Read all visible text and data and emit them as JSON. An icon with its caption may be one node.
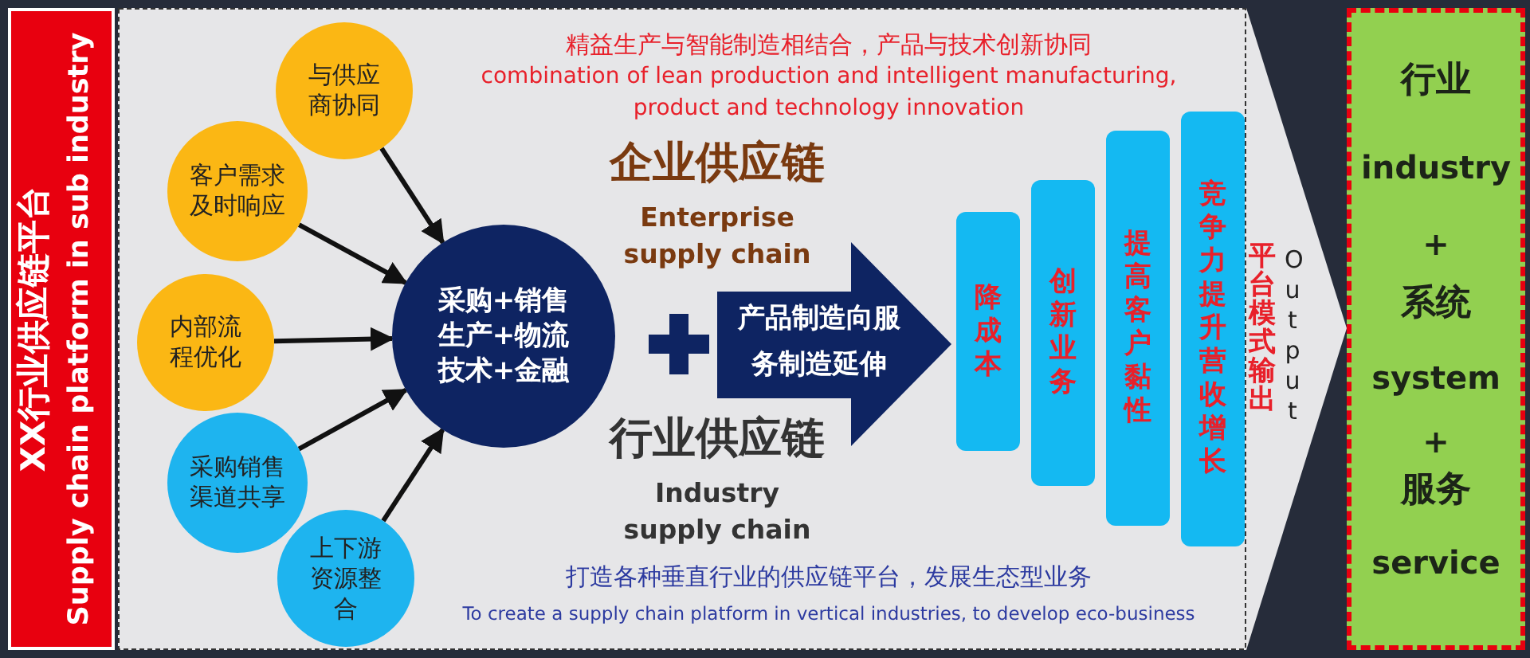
{
  "diagram": {
    "nodes": [
      {
        "text": [
          "XX行业供应链平台",
          "Supply chain platform in sub industry"
        ]
      },
      {
        "text": [
          "与供应商协同"
        ]
      },
      {
        "text": [
          "客户需求及时响应"
        ]
      },
      {
        "text": [
          "内部流程优化"
        ]
      },
      {
        "text": [
          "采购销售渠道共享"
        ]
      },
      {
        "text": [
          "上下游资源整合"
        ]
      },
      {
        "text": [
          "采购+销售生产+物流技术+金融"
        ]
      },
      {
        "text": [
          "产品制造向服务制造延伸"
        ]
      },
      {
        "text": [
          "降成本"
        ]
      },
      {
        "text": [
          "创新业务"
        ]
      },
      {
        "text": [
          "提高客户黏性"
        ]
      },
      {
        "text": [
          "竞争力提升营收增长"
        ]
      },
      {
        "text": [
          "行业",
          "industry",
          "+",
          "系统",
          "system",
          "+",
          "服务",
          "service"
        ]
      }
    ],
    "edges": [
      {
        "from": 1,
        "to": 6,
        "arrow": "to"
      },
      {
        "from": 2,
        "to": 6,
        "arrow": "to"
      },
      {
        "from": 3,
        "to": 6,
        "arrow": "to"
      },
      {
        "from": 4,
        "to": 6,
        "arrow": "to"
      },
      {
        "from": 5,
        "to": 6,
        "arrow": "to"
      }
    ],
    "labels": [
      "精益生产与智能制造相结合，产品与技术创新协同",
      "combination of lean production and intelligent manufacturing, product and technology innovation",
      "企业供应链",
      "Enterprise supply chain",
      "行业供应链",
      "Industry supply chain",
      "平台模式输出",
      "Output",
      "打造各种垂直行业的供应链平台，发展生态型业务",
      "To create a supply chain platform in vertical industries, to develop eco-business"
    ]
  }
}
